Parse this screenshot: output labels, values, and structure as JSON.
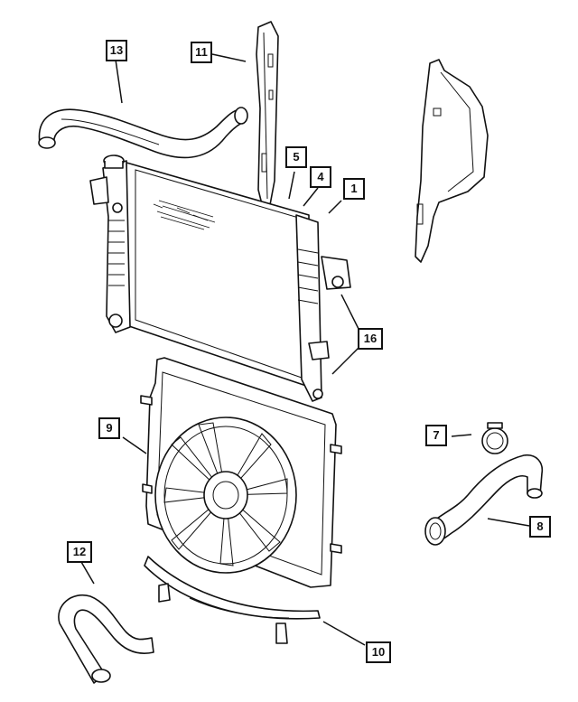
{
  "callouts": {
    "c1": "1",
    "c4": "4",
    "c5": "5",
    "c7": "7",
    "c8": "8",
    "c9": "9",
    "c10": "10",
    "c11": "11",
    "c12": "12",
    "c13": "13",
    "c16": "16"
  }
}
